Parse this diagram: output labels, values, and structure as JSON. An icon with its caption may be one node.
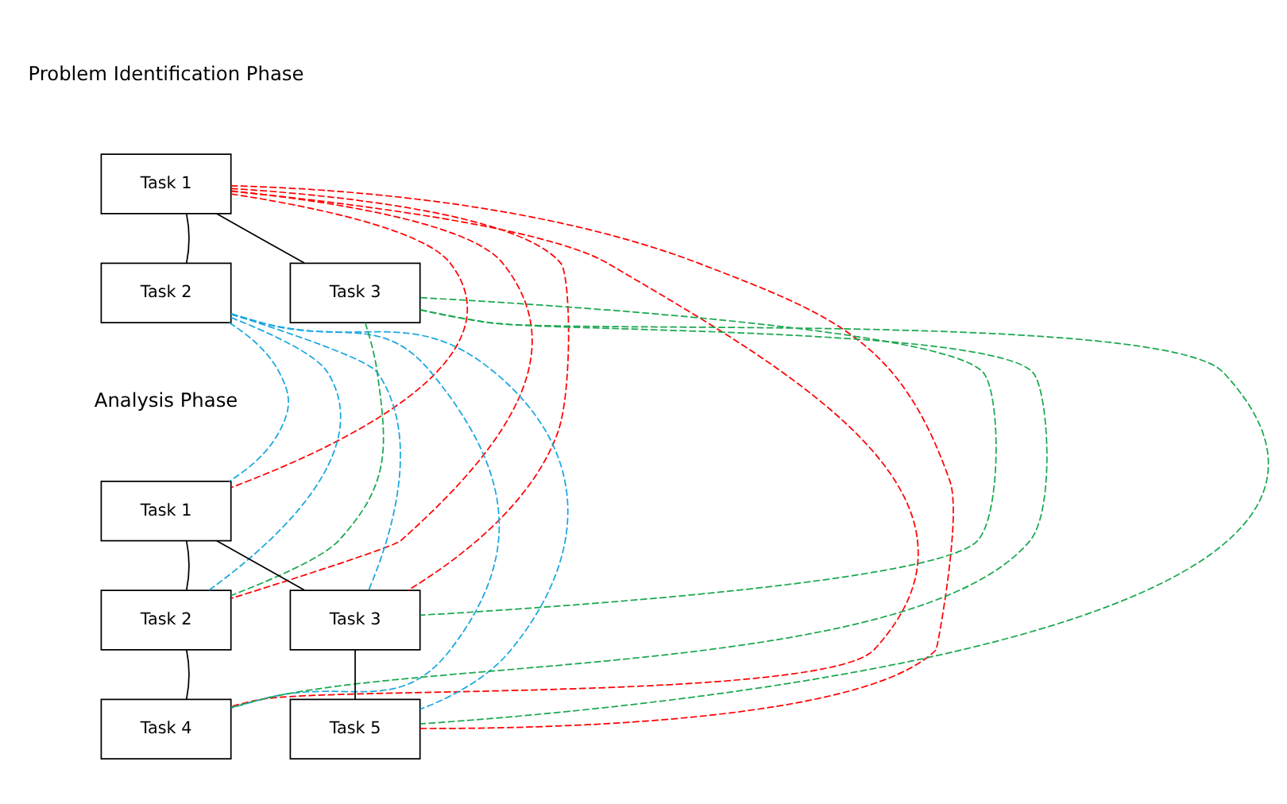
{
  "diagram": {
    "nodes": [
      {
        "text": [
          "Task 1"
        ]
      },
      {
        "text": [
          "Task 2"
        ]
      },
      {
        "text": [
          "Task 3"
        ]
      },
      {
        "text": [
          "Task 1"
        ]
      },
      {
        "text": [
          "Task 2"
        ]
      },
      {
        "text": [
          "Task 3"
        ]
      },
      {
        "text": [
          "Task 4"
        ]
      },
      {
        "text": [
          "Task 5"
        ]
      }
    ],
    "edges": [
      {
        "from": 0,
        "to": 1,
        "arrow": "none"
      },
      {
        "from": 0,
        "to": 2,
        "arrow": "none"
      },
      {
        "from": 3,
        "to": 4,
        "arrow": "none"
      },
      {
        "from": 3,
        "to": 5,
        "arrow": "none"
      },
      {
        "from": 4,
        "to": 6,
        "arrow": "none"
      },
      {
        "from": 5,
        "to": 7,
        "arrow": "none"
      },
      {
        "from": 0,
        "to": 6,
        "arrow": "none",
        "style": "dashed",
        "color": "#ff0000"
      },
      {
        "from": 0,
        "to": 7,
        "arrow": "none",
        "style": "dashed",
        "color": "#ff0000"
      },
      {
        "from": 0,
        "to": 4,
        "arrow": "none",
        "style": "dashed",
        "color": "#ff0000"
      },
      {
        "from": 0,
        "to": 5,
        "arrow": "none",
        "style": "dashed",
        "color": "#ff0000"
      },
      {
        "from": 0,
        "to": 3,
        "arrow": "none",
        "style": "dashed",
        "color": "#ff0000"
      },
      {
        "from": 1,
        "to": 4,
        "arrow": "none",
        "style": "dashed",
        "color": "#1aa7e0"
      },
      {
        "from": 1,
        "to": 6,
        "arrow": "none",
        "style": "dashed",
        "color": "#1aa7e0"
      },
      {
        "from": 1,
        "to": 3,
        "arrow": "none",
        "style": "dashed",
        "color": "#1aa7e0"
      },
      {
        "from": 1,
        "to": 5,
        "arrow": "none",
        "style": "dashed",
        "color": "#1aa7e0"
      },
      {
        "from": 1,
        "to": 7,
        "arrow": "none",
        "style": "dashed",
        "color": "#1aa7e0"
      },
      {
        "from": 2,
        "to": 4,
        "arrow": "none",
        "style": "dashed",
        "color": "#1aa84f"
      },
      {
        "from": 2,
        "to": 6,
        "arrow": "none",
        "style": "dashed",
        "color": "#1aa84f"
      },
      {
        "from": 2,
        "to": 5,
        "arrow": "none",
        "style": "dashed",
        "color": "#1aa84f"
      },
      {
        "from": 2,
        "to": 7,
        "arrow": "none",
        "style": "dashed",
        "color": "#1aa84f"
      }
    ],
    "labels": [
      "Problem Identification Phase",
      "Analysis Phase"
    ]
  }
}
